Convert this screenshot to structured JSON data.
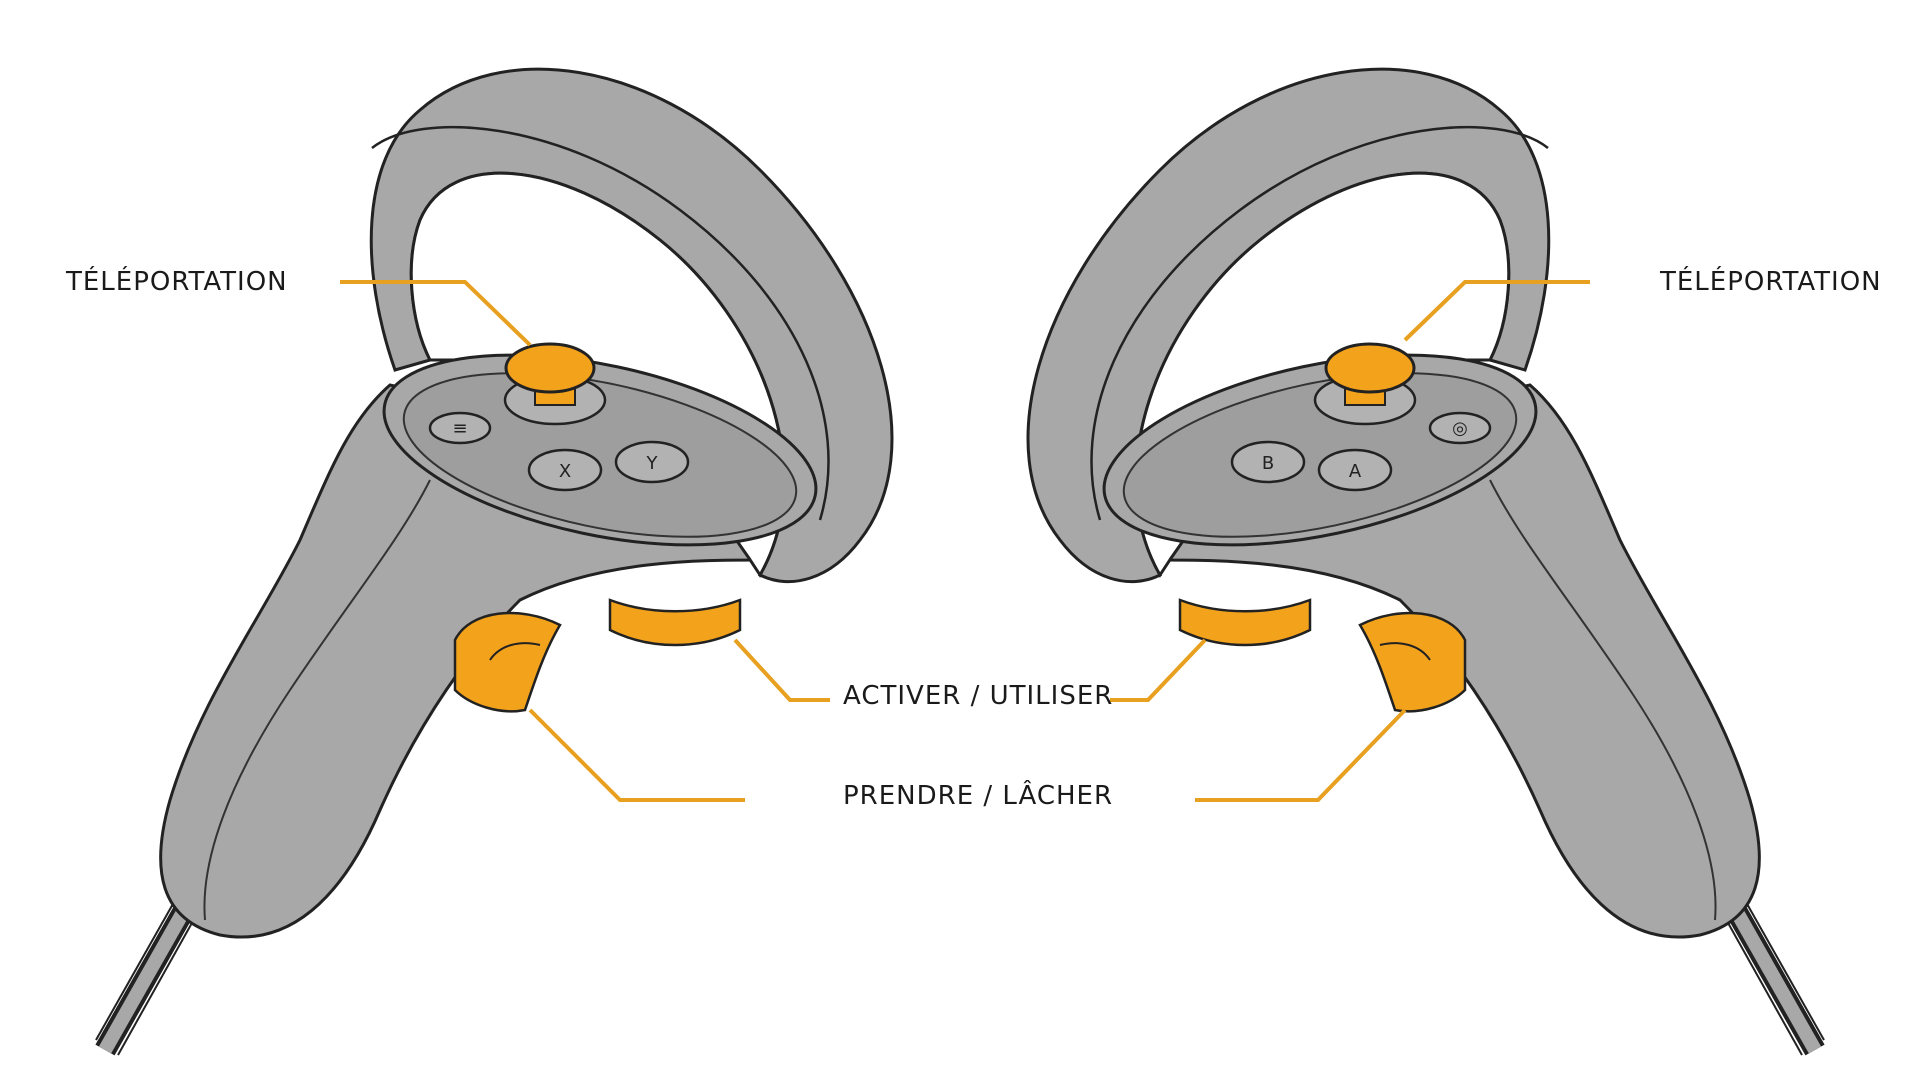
{
  "labels": {
    "teleport_left": "TÉLÉPORTATION",
    "teleport_right": "TÉLÉPORTATION",
    "activate_use": "ACTIVER / UTILISER",
    "grab_release": "PRENDRE / LÂCHER"
  },
  "buttons": {
    "left": {
      "menu": "≡",
      "x": "X",
      "y": "Y"
    },
    "right": {
      "b": "B",
      "a": "A",
      "oculus": "◎"
    }
  },
  "colors": {
    "controller_body": "#a8a8a8",
    "controller_shade": "#9a9a9a",
    "outline": "#222222",
    "highlight": "#f2a21b",
    "leader_line": "#e8a020",
    "ring_inner": "#ffffff"
  }
}
